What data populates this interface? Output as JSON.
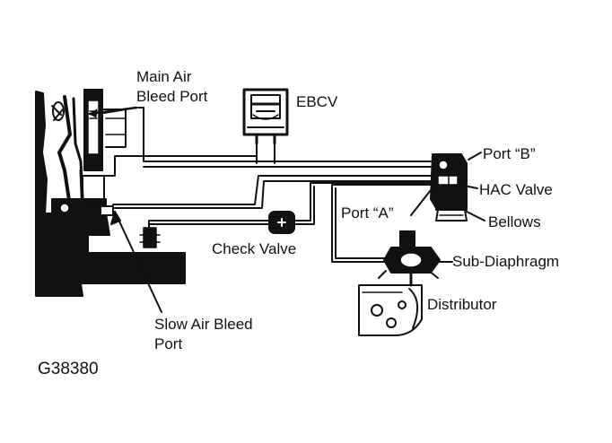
{
  "labels": {
    "main_air_bleed_port": [
      "Main Air",
      "Bleed Port"
    ],
    "ebcv": "EBCV",
    "port_b": "Port “B”",
    "hac_valve": "HAC Valve",
    "port_a": "Port “A”",
    "bellows": "Bellows",
    "check_valve": "Check Valve",
    "sub_diaphragm": "Sub-Diaphragm",
    "distributor": "Distributor",
    "slow_air_bleed_port": [
      "Slow Air Bleed",
      "Port"
    ],
    "figure_code": "G38380"
  },
  "colors": {
    "ink": "#111111",
    "paper": "#ffffff"
  }
}
